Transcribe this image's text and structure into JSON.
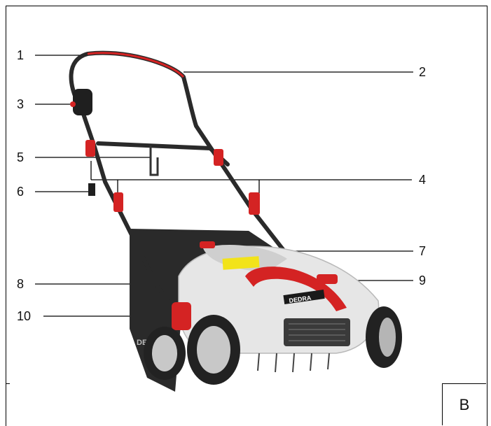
{
  "callouts": {
    "n1": "1",
    "n2": "2",
    "n3": "3",
    "n4": "4",
    "n5": "5",
    "n6": "6",
    "n7": "7",
    "n8": "8",
    "n9": "9",
    "n10": "10"
  },
  "figure_label": "B",
  "brand_text": "DEDRA",
  "bag_text": "DED",
  "colors": {
    "body": "#e8e8e8",
    "accent": "#d42323",
    "dark": "#2b2b2b"
  }
}
